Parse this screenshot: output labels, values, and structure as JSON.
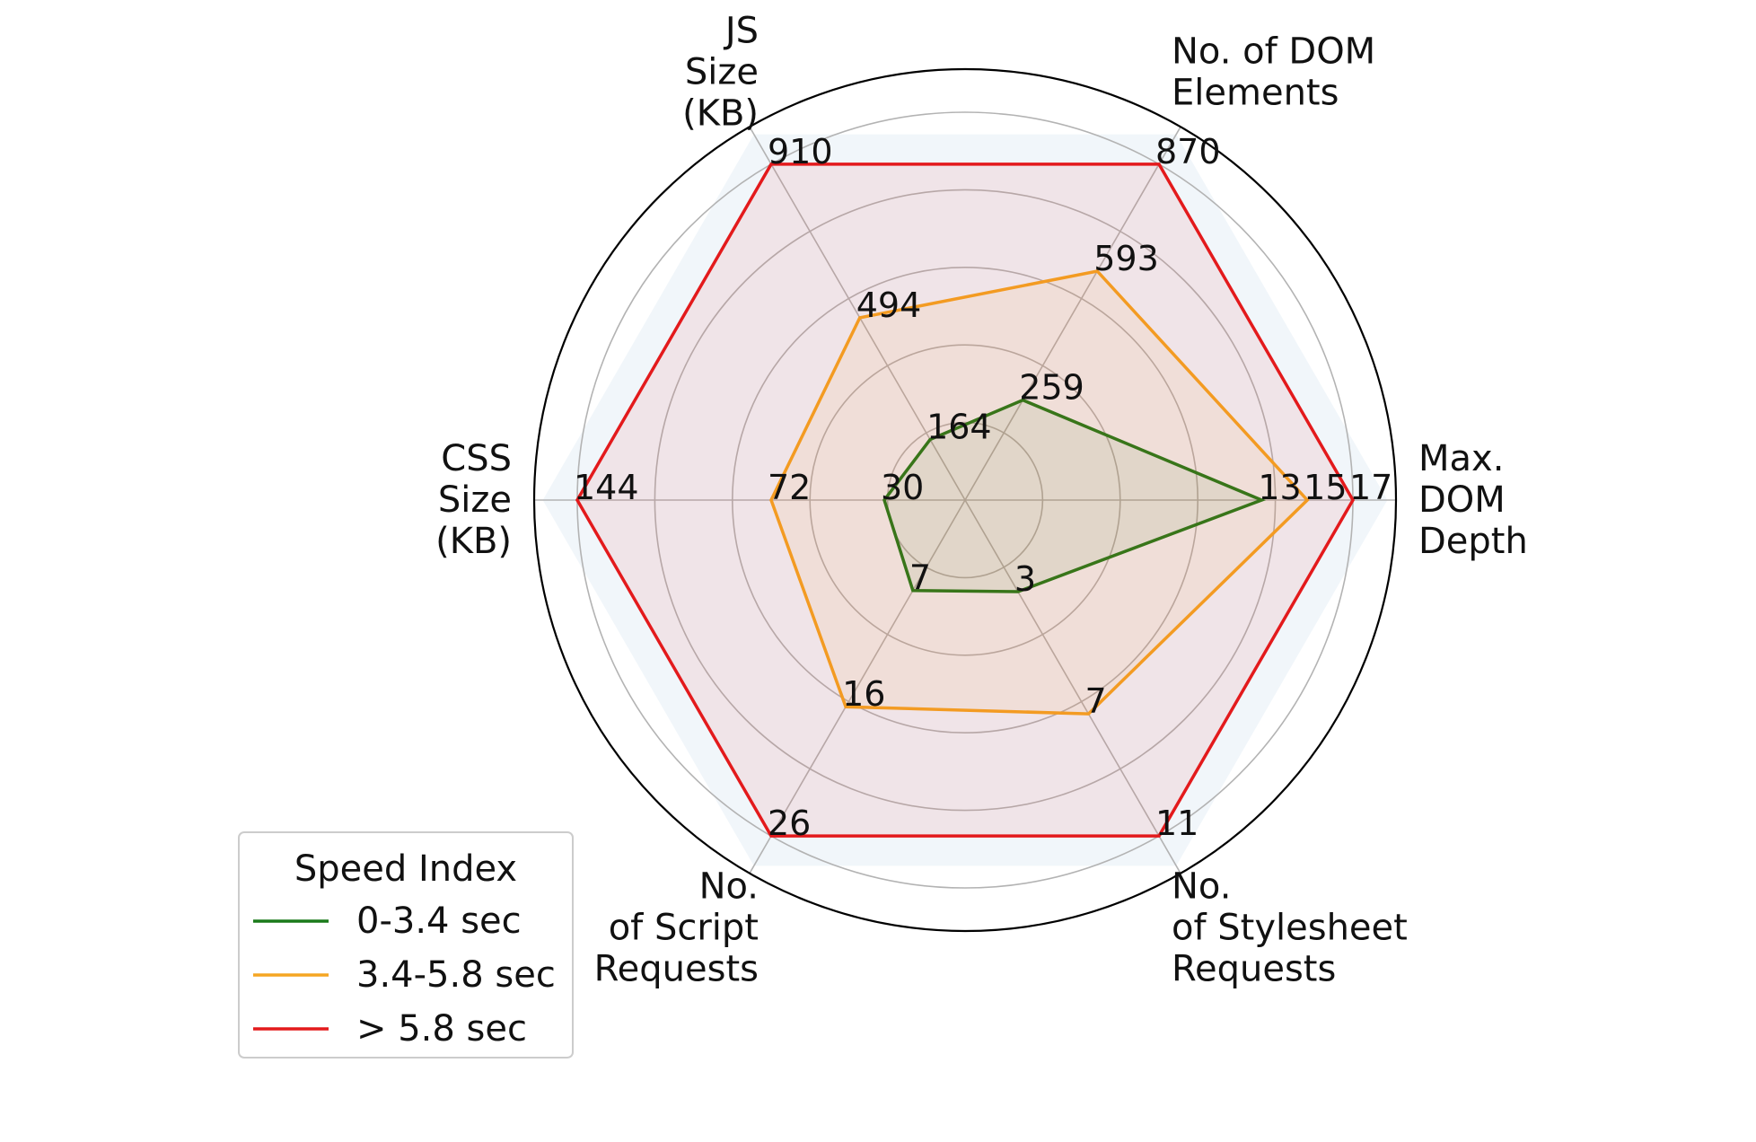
{
  "chart_data": {
    "type": "radar",
    "axes": [
      {
        "label_lines": [
          "Max.",
          "DOM",
          "Depth"
        ]
      },
      {
        "label_lines": [
          "No. of DOM",
          "Elements"
        ]
      },
      {
        "label_lines": [
          "JS",
          "Size",
          "(KB)"
        ]
      },
      {
        "label_lines": [
          "CSS",
          "Size",
          "(KB)"
        ]
      },
      {
        "label_lines": [
          "No.",
          "of Script",
          "Requests"
        ]
      },
      {
        "label_lines": [
          "No.",
          "of Stylesheet",
          "Requests"
        ]
      }
    ],
    "axis_max": [
      17,
      870,
      910,
      144,
      26,
      11
    ],
    "radial_range": [
      0,
      1
    ],
    "radial_gridlines": [
      0.2,
      0.4,
      0.6,
      0.8,
      1.0
    ],
    "series": [
      {
        "name": "0-3.4 sec",
        "color": "#1a7a1a",
        "fill": "#1a7a1a",
        "values": [
          13,
          259,
          164,
          30,
          7,
          3
        ],
        "labels": [
          "13",
          "259",
          "164",
          "30",
          "7",
          "3"
        ]
      },
      {
        "name": "3.4-5.8 sec",
        "color": "#f5a623",
        "fill": "#f5a623",
        "values": [
          15,
          593,
          494,
          72,
          16,
          7
        ],
        "labels": [
          "15",
          "593",
          "494",
          "72",
          "16",
          "7"
        ]
      },
      {
        "name": "> 5.8 sec",
        "color": "#e31a1c",
        "fill": "#e31a1c",
        "values": [
          17,
          870,
          910,
          144,
          26,
          11
        ],
        "labels": [
          "17",
          "870",
          "910",
          "144",
          "26",
          "11"
        ]
      }
    ],
    "legend": {
      "title": "Speed Index",
      "position": "lower-left"
    },
    "background_hexagon_color": "#dde8f2",
    "grid": true
  }
}
